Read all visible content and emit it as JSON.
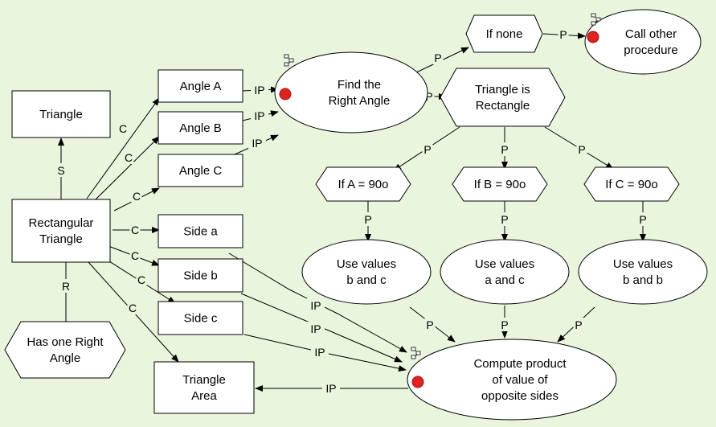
{
  "colors": {
    "background": "#e9f5dd",
    "node_fill": "#ffffff",
    "stroke": "#000000",
    "marker_red": "#e02222"
  },
  "nodes": [
    {
      "id": "triangle",
      "lines": [
        "Triangle"
      ],
      "shape": "rect"
    },
    {
      "id": "rect_tri",
      "lines": [
        "Rectangular",
        "Triangle"
      ],
      "shape": "rect"
    },
    {
      "id": "has_right",
      "lines": [
        "Has one Right",
        "Angle"
      ],
      "shape": "hexagon"
    },
    {
      "id": "angle_a",
      "lines": [
        "Angle A"
      ],
      "shape": "rect"
    },
    {
      "id": "angle_b",
      "lines": [
        "Angle B"
      ],
      "shape": "rect"
    },
    {
      "id": "angle_c",
      "lines": [
        "Angle C"
      ],
      "shape": "rect"
    },
    {
      "id": "side_a",
      "lines": [
        "Side a"
      ],
      "shape": "rect"
    },
    {
      "id": "side_b",
      "lines": [
        "Side b"
      ],
      "shape": "rect"
    },
    {
      "id": "side_c",
      "lines": [
        "Side c"
      ],
      "shape": "rect"
    },
    {
      "id": "tri_area",
      "lines": [
        "Triangle",
        "Area"
      ],
      "shape": "rect"
    },
    {
      "id": "find_right",
      "lines": [
        "Find the",
        "Right Angle"
      ],
      "shape": "ellipse",
      "procedure": true
    },
    {
      "id": "if_none",
      "lines": [
        "If none"
      ],
      "shape": "hexagon"
    },
    {
      "id": "call_other",
      "lines": [
        "Call other",
        "procedure"
      ],
      "shape": "ellipse",
      "procedure": true
    },
    {
      "id": "tri_is_rect",
      "lines": [
        "Triangle is",
        "Rectangle"
      ],
      "shape": "hexagon"
    },
    {
      "id": "if_a",
      "lines": [
        "If A = 90o"
      ],
      "shape": "hexagon"
    },
    {
      "id": "if_b",
      "lines": [
        "If B = 90o"
      ],
      "shape": "hexagon"
    },
    {
      "id": "if_c",
      "lines": [
        "If C = 90o"
      ],
      "shape": "hexagon"
    },
    {
      "id": "use_bc",
      "lines": [
        "Use values",
        "b and c"
      ],
      "shape": "ellipse"
    },
    {
      "id": "use_ac",
      "lines": [
        "Use values",
        "a and c"
      ],
      "shape": "ellipse"
    },
    {
      "id": "use_bb",
      "lines": [
        "Use values",
        "b and b"
      ],
      "shape": "ellipse"
    },
    {
      "id": "compute",
      "lines": [
        "Compute product",
        "of value of",
        "opposite sides"
      ],
      "shape": "ellipse",
      "procedure": true
    }
  ],
  "edges": [
    {
      "id": "e_s",
      "from": "rect_tri",
      "to": "triangle",
      "label": "S"
    },
    {
      "id": "e_r",
      "from": "has_right",
      "to": "rect_tri",
      "label": "R"
    },
    {
      "id": "e_c_anga",
      "from": "rect_tri",
      "to": "angle_a",
      "label": "C"
    },
    {
      "id": "e_c_angb",
      "from": "rect_tri",
      "to": "angle_b",
      "label": "C"
    },
    {
      "id": "e_c_angc",
      "from": "rect_tri",
      "to": "angle_c",
      "label": "C"
    },
    {
      "id": "e_c_sidea",
      "from": "rect_tri",
      "to": "side_a",
      "label": "C"
    },
    {
      "id": "e_c_sideb",
      "from": "rect_tri",
      "to": "side_b",
      "label": "C"
    },
    {
      "id": "e_c_sidec",
      "from": "rect_tri",
      "to": "side_c",
      "label": "C"
    },
    {
      "id": "e_c_area",
      "from": "rect_tri",
      "to": "tri_area",
      "label": "C"
    },
    {
      "id": "e_ip_a",
      "from": "angle_a",
      "to": "find_right",
      "label": "IP"
    },
    {
      "id": "e_ip_b",
      "from": "angle_b",
      "to": "find_right",
      "label": "IP"
    },
    {
      "id": "e_ip_c",
      "from": "angle_c",
      "to": "find_right",
      "label": "IP"
    },
    {
      "id": "e_p_none",
      "from": "find_right",
      "to": "if_none",
      "label": "P"
    },
    {
      "id": "e_p_call",
      "from": "if_none",
      "to": "call_other",
      "label": "P"
    },
    {
      "id": "e_p_rect",
      "from": "find_right",
      "to": "tri_is_rect",
      "label": "P"
    },
    {
      "id": "e_p_ifa",
      "from": "tri_is_rect",
      "to": "if_a",
      "label": "P"
    },
    {
      "id": "e_p_ifb",
      "from": "tri_is_rect",
      "to": "if_b",
      "label": "P"
    },
    {
      "id": "e_p_ifc",
      "from": "tri_is_rect",
      "to": "if_c",
      "label": "P"
    },
    {
      "id": "e_p_usebc",
      "from": "if_a",
      "to": "use_bc",
      "label": "P"
    },
    {
      "id": "e_p_useac",
      "from": "if_b",
      "to": "use_ac",
      "label": "P"
    },
    {
      "id": "e_p_usebb",
      "from": "if_c",
      "to": "use_bb",
      "label": "P"
    },
    {
      "id": "e_p_comp1",
      "from": "use_bc",
      "to": "compute",
      "label": "P"
    },
    {
      "id": "e_p_comp2",
      "from": "use_ac",
      "to": "compute",
      "label": "P"
    },
    {
      "id": "e_p_comp3",
      "from": "use_bb",
      "to": "compute",
      "label": "P"
    },
    {
      "id": "e_ip_sa",
      "from": "side_a",
      "to": "compute",
      "label": "IP"
    },
    {
      "id": "e_ip_sb",
      "from": "side_b",
      "to": "compute",
      "label": "IP"
    },
    {
      "id": "e_ip_sc",
      "from": "side_c",
      "to": "compute",
      "label": "IP"
    },
    {
      "id": "e_ip_area",
      "from": "compute",
      "to": "tri_area",
      "label": "IP"
    }
  ]
}
